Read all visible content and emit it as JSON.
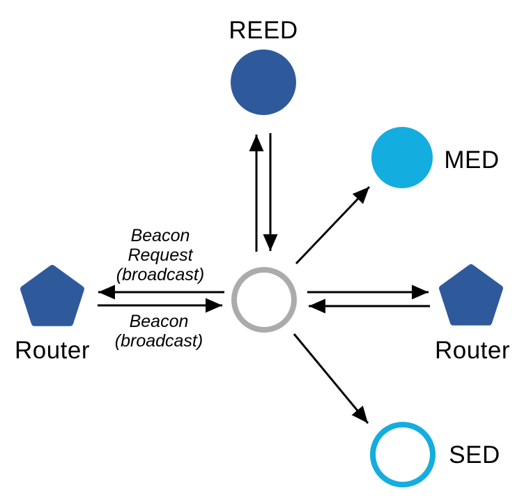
{
  "diagram": {
    "description": "Thread network joining topology diagram",
    "colors": {
      "node_blue": "#2E5A9C",
      "node_cyan": "#14ADDF",
      "center_gray": "#ABABAB",
      "node_white": "#FFFFFF"
    },
    "nodes": {
      "reed": {
        "label": "REED",
        "shape": "circle",
        "fill": "blue"
      },
      "med": {
        "label": "MED",
        "shape": "circle",
        "fill": "cyan"
      },
      "router_left": {
        "label": "Router",
        "shape": "pentagon",
        "fill": "blue"
      },
      "router_right": {
        "label": "Router",
        "shape": "pentagon",
        "fill": "blue"
      },
      "sed": {
        "label": "SED",
        "shape": "circle-outline",
        "fill": "white"
      },
      "joiner": {
        "label": "",
        "shape": "circle-outline",
        "fill": "white"
      }
    },
    "annotations": {
      "beacon_request": {
        "line1": "Beacon",
        "line2": "Request",
        "line3": "(broadcast)"
      },
      "beacon": {
        "line1": "Beacon",
        "line2": "(broadcast)"
      }
    }
  }
}
